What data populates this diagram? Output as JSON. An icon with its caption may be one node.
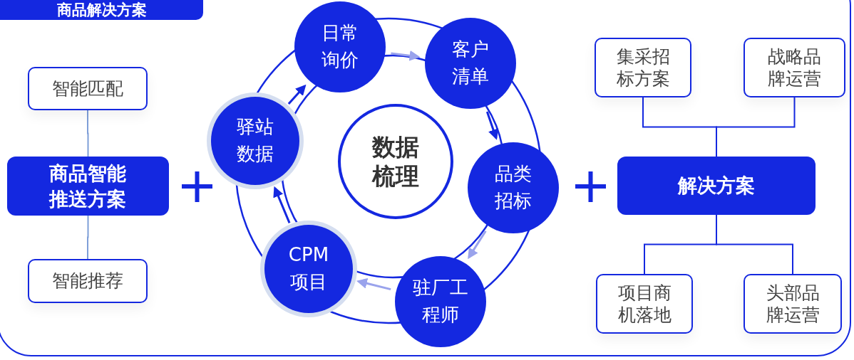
{
  "diagram": {
    "title": "商品解决方案",
    "nodes": [
      {
        "text": [
          "智能匹配"
        ]
      },
      {
        "text": [
          "商品智能推送方案"
        ]
      },
      {
        "text": [
          "智能推荐"
        ]
      },
      {
        "text": [
          "日常询价"
        ]
      },
      {
        "text": [
          "客户清单"
        ]
      },
      {
        "text": [
          "品类招标"
        ]
      },
      {
        "text": [
          "驻厂工程师"
        ]
      },
      {
        "text": [
          "CPM项目"
        ]
      },
      {
        "text": [
          "驿站数据"
        ]
      },
      {
        "text": [
          "数据梳理"
        ]
      },
      {
        "text": [
          "集采招标方案"
        ]
      },
      {
        "text": [
          "战略品牌运营"
        ]
      },
      {
        "text": [
          "解决方案"
        ]
      },
      {
        "text": [
          "项目商机落地"
        ]
      },
      {
        "text": [
          "头部品牌运营"
        ]
      }
    ],
    "edges": [
      {
        "from": 0,
        "to": 1,
        "arrow": "none",
        "color": "#7f9fd8"
      },
      {
        "from": 1,
        "to": 2,
        "arrow": "none",
        "color": "#7f9fd8"
      },
      {
        "from": 3,
        "to": 4,
        "arrow": "to",
        "color": "#9aa3ec"
      },
      {
        "from": 4,
        "to": 5,
        "arrow": "to"
      },
      {
        "from": 5,
        "to": 6,
        "arrow": "to",
        "color": "#9aa3ec"
      },
      {
        "from": 6,
        "to": 7,
        "arrow": "to",
        "color": "#9aa3ec"
      },
      {
        "from": 7,
        "to": 8,
        "arrow": "to"
      },
      {
        "from": 8,
        "to": 3,
        "arrow": "to"
      },
      {
        "from": 10,
        "to": 12,
        "arrow": "none"
      },
      {
        "from": 11,
        "to": 12,
        "arrow": "none"
      },
      {
        "from": 12,
        "to": 13,
        "arrow": "none"
      },
      {
        "from": 12,
        "to": 14,
        "arrow": "none"
      }
    ]
  }
}
